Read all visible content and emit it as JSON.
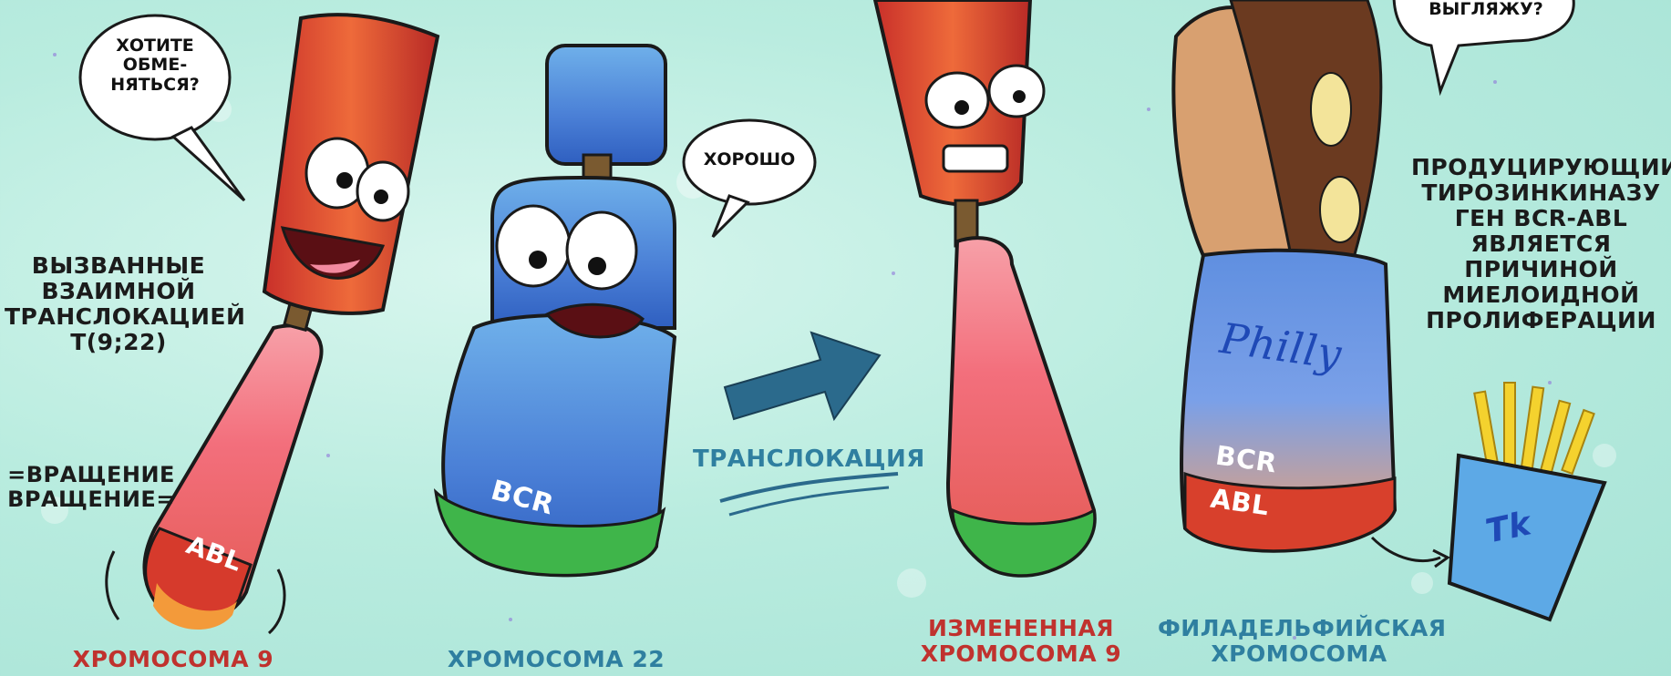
{
  "bubbles": {
    "chromosome9": "ХОТИТЕ\nОБМЕ-\nНЯТЬСЯ?",
    "chromosome22": "ХОРОШО",
    "philly": "ВЫГЛЯЖУ?"
  },
  "left_caption": "ВЫЗВАННЫЕ\nВЗАИМНОЙ\nТРАНСЛОКАЦИЕЙ\nT(9;22)",
  "rotation_caption": "=ВРАЩЕНИЕ\nВРАЩЕНИЕ=",
  "arrow_label": "ТРАНСЛОКАЦИЯ",
  "right_caption": "ПРОДУЦИРУЮЩИИ\nТИРОЗИНКИНАЗУ\nГЕН BCR-ABL\nЯВЛЯЕТСЯ\nПРИЧИНОЙ\nМИЕЛОИДНОЙ\nПРОЛИФЕРАЦИИ",
  "labels": {
    "chr9": "ХРОМОСОМА 9",
    "chr22": "ХРОМОСОМА 22",
    "changed9": "ИЗМЕНЕННАЯ\nХРОМОСОМА 9",
    "philadelphia": "ФИЛАДЕЛЬФИЙСКАЯ\nХРОМОСОМА"
  },
  "segment_labels": {
    "abl_left": "ABL",
    "bcr_middle": "BCR",
    "bcr_right": "BCR",
    "abl_right": "ABL",
    "philly": "Philly",
    "tk": "Tk"
  },
  "colors": {
    "red_text": "#c0322e",
    "blue_text": "#2f7fa0",
    "bcr_blue": "#3a7fd0",
    "abl_red": "#d8402c",
    "green_band": "#3fb54a"
  }
}
